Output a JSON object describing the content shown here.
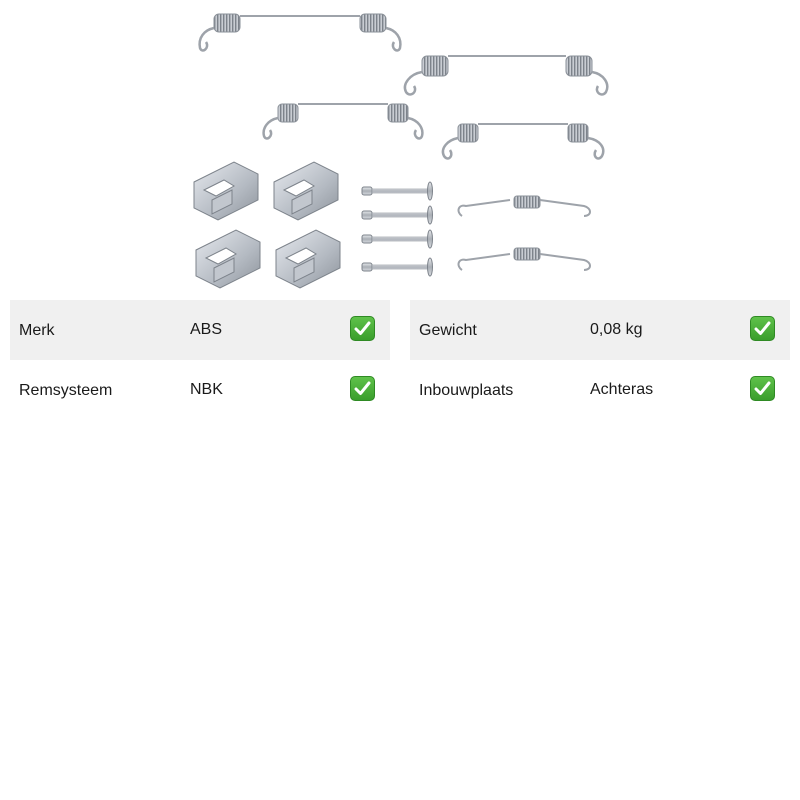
{
  "product": {
    "image_icon": "brake-shoe-accessory-kit-icon"
  },
  "specs": {
    "left": [
      {
        "label": "Merk",
        "value": "ABS",
        "status_icon": "checkmark-icon"
      },
      {
        "label": "Remsysteem",
        "value": "NBK",
        "status_icon": "checkmark-icon"
      }
    ],
    "right": [
      {
        "label": "Gewicht",
        "value": "0,08 kg",
        "status_icon": "checkmark-icon"
      },
      {
        "label": "Inbouwplaats",
        "value": "Achteras",
        "status_icon": "checkmark-icon"
      }
    ]
  },
  "colors": {
    "row_shade": "#f0f0f0",
    "check_green": "#3a9e2c",
    "metal": "#b8bcc2"
  }
}
